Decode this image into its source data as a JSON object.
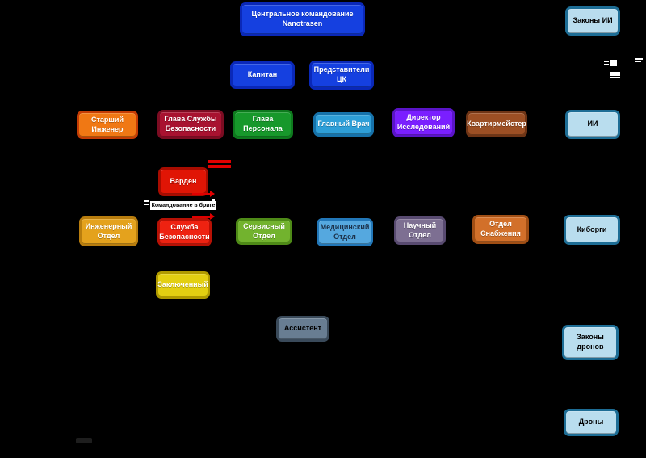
{
  "diagram": {
    "background": "#000000",
    "nodes": {
      "centcom": {
        "label": "Центральное командование\nNanotrasen",
        "fill": "#1540e0",
        "border": "#0a28b8",
        "text": "#ffffff"
      },
      "ai_laws": {
        "label": "Законы ИИ",
        "fill": "#b9ddee",
        "border": "#1d6d95",
        "text": "#000000"
      },
      "captain": {
        "label": "Капитан",
        "fill": "#1540e0",
        "border": "#0a28b8",
        "text": "#ffffff"
      },
      "centcom_reps": {
        "label": "Представители\nЦК",
        "fill": "#1540e0",
        "border": "#0a28b8",
        "text": "#ffffff"
      },
      "chief_engineer": {
        "label": "Старший\nИнженер",
        "fill": "#f07814",
        "border": "#c43c04",
        "text": "#ffffff"
      },
      "hos": {
        "label": "Глава Службы\nБезопасности",
        "fill": "#a81230",
        "border": "#7c0c22",
        "text": "#ffffff"
      },
      "hop": {
        "label": "Глава\nПерсонала",
        "fill": "#17982b",
        "border": "#0e7a1e",
        "text": "#ffffff"
      },
      "cmo": {
        "label": "Главный Врач",
        "fill": "#2e9fd8",
        "border": "#1672aa",
        "text": "#ffffff"
      },
      "rd": {
        "label": "Директор\nИсследований",
        "fill": "#7a1fff",
        "border": "#5a14c8",
        "text": "#ffffff"
      },
      "qm": {
        "label": "Квартирмейстер",
        "fill": "#9c4f24",
        "border": "#6e3415",
        "text": "#ffffff"
      },
      "ai": {
        "label": "ИИ",
        "fill": "#b9ddee",
        "border": "#1d6d95",
        "text": "#000000"
      },
      "warden": {
        "label": "Варден",
        "fill": "#e01505",
        "border": "#a80c00",
        "text": "#ffffff"
      },
      "brig_note": {
        "label": "Командование в бриге",
        "fill": "#ffffff",
        "border": "#000000",
        "text": "#000000"
      },
      "engineering": {
        "label": "Инженерный\nОтдел",
        "fill": "#e4a21d",
        "border": "#b87d0e",
        "text": "#ffffff"
      },
      "security": {
        "label": "Служба\nБезопасности",
        "fill": "#ee2211",
        "border": "#b81105",
        "text": "#ffffff"
      },
      "service": {
        "label": "Сервисный\nОтдел",
        "fill": "#72b32e",
        "border": "#4e8a17",
        "text": "#ffffff"
      },
      "medical": {
        "label": "Медицинский\nОтдел",
        "fill": "#55a8df",
        "border": "#2277b8",
        "text": "#1b3048"
      },
      "science": {
        "label": "Научный\nОтдел",
        "fill": "#7d6f92",
        "border": "#584a70",
        "text": "#ffffff"
      },
      "cargo": {
        "label": "Отдел\nСнабжения",
        "fill": "#d2702a",
        "border": "#a04e14",
        "text": "#ffffff"
      },
      "cyborgs": {
        "label": "Киборги",
        "fill": "#b9ddee",
        "border": "#1d6d95",
        "text": "#000000"
      },
      "prisoner": {
        "label": "Заключенный",
        "fill": "#e3cf11",
        "border": "#b09a00",
        "text": "#ffffff"
      },
      "assistant": {
        "label": "Ассистент",
        "fill": "#687d92",
        "border": "#3a4a5a",
        "text": "#000000"
      },
      "drone_laws": {
        "label": "Законы\nдронов",
        "fill": "#b9ddee",
        "border": "#1d6d95",
        "text": "#000000"
      },
      "drones": {
        "label": "Дроны",
        "fill": "#b9ddee",
        "border": "#1d6d95",
        "text": "#000000"
      }
    },
    "accent_colors": {
      "arrow_red": "#e00000",
      "command_blue": "#1540e0",
      "silicon_pale_blue": "#b9ddee"
    }
  }
}
